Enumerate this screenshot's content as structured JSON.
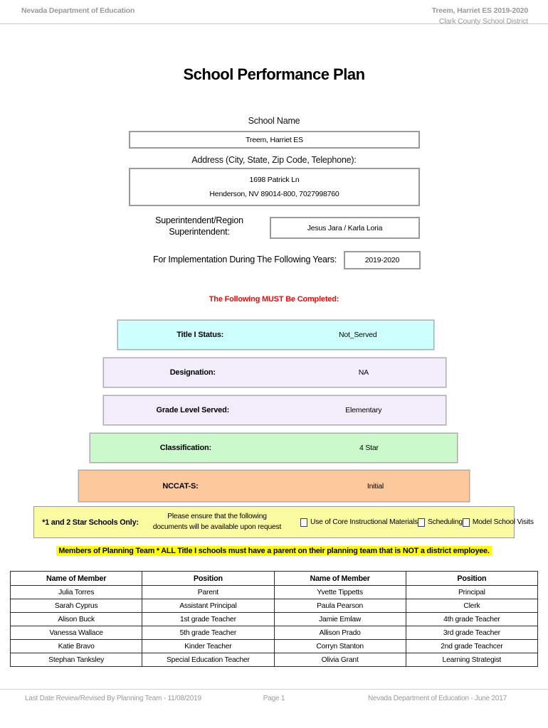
{
  "header": {
    "left": "Nevada Department of Education",
    "right_line1": "Treem, Harriet ES  2019-2020",
    "right_line2": "Clark County School District"
  },
  "title": "School Performance Plan",
  "form": {
    "school_name_label": "School Name",
    "school_name_value": "Treem, Harriet ES",
    "address_label": "Address (City, State, Zip Code, Telephone):",
    "address_line1": "1698 Patrick Ln",
    "address_line2": "Henderson, NV  89014-800, 7027998760",
    "superintendent_label_line1": "Superintendent/Region",
    "superintendent_label_line2": "Superintendent:",
    "superintendent_value": "Jesus Jara / Karla Loria",
    "implementation_label": "For Implementation During The Following Years:",
    "implementation_value": "2019-2020"
  },
  "must_complete_notice": "The Following MUST Be Completed:",
  "status_rows": [
    {
      "label": "Title I Status:",
      "value": "Not_Served",
      "color": "#ceffff"
    },
    {
      "label": "Designation:",
      "value": "NA",
      "color": "#f3edfb"
    },
    {
      "label": "Grade Level Served:",
      "value": "Elementary",
      "color": "#f3edfb"
    },
    {
      "label": "Classification:",
      "value": "4 Star",
      "color": "#ccf9cc"
    },
    {
      "label": "NCCAT-S:",
      "value": "Initial",
      "color": "#fdc99c"
    }
  ],
  "star_schools_box": {
    "label": "*1 and 2 Star Schools Only:",
    "instruction_line1": "Please ensure that the following",
    "instruction_line2": "documents will be available upon request",
    "background": "#fafaa0",
    "checkboxes": [
      "Use of Core Instructional Materials",
      "Scheduling",
      "Model School Visits"
    ]
  },
  "planning_team_notice": "Members of Planning Team * ALL Title I schools must have a parent on their planning team that is NOT a district employee.",
  "members_table": {
    "headers": [
      "Name of Member",
      "Position",
      "Name of Member",
      "Position"
    ],
    "rows": [
      [
        "Julia Torres",
        "Parent",
        "Yvette Tippetts",
        "Principal"
      ],
      [
        "Sarah Cyprus",
        "Assistant Principal",
        "Paula Pearson",
        "Clerk"
      ],
      [
        "Alison Buck",
        "1st grade Teacher",
        "Jamie Emlaw",
        "4th grade Teacher"
      ],
      [
        "Vanessa Wallace",
        "5th grade Teacher",
        "Allison Prado",
        "3rd grade Teacher"
      ],
      [
        "Katie Bravo",
        "Kinder Teacher",
        "Corryn Stanton",
        "2nd grade Teachcer"
      ],
      [
        "Stephan Tanksley",
        "Special Education Teacher",
        "Olivia Grant",
        "Learning Strategist"
      ]
    ]
  },
  "footer": {
    "left": "Last Date Review/Revised By Planning Team - 11/08/2019",
    "center": "Page 1",
    "right": "Nevada Department of Education - June 2017"
  }
}
